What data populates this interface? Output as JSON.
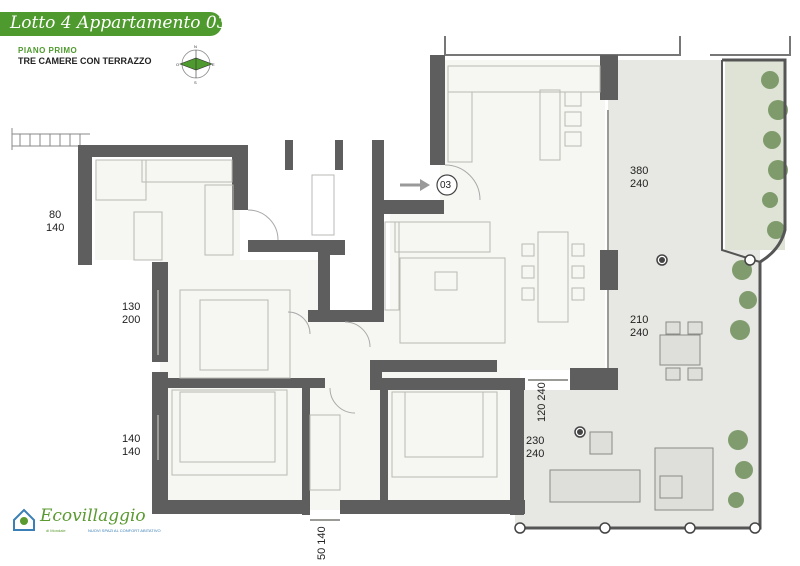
{
  "header": {
    "title": "Lotto 4 Appartamento 03",
    "floor": "PIANO PRIMO",
    "layout": "TRE CAMERE CON  TERRAZZO"
  },
  "unit_marker": "03",
  "compass": {
    "north": "N",
    "south": "S",
    "east": "E",
    "west": "O"
  },
  "dimensions": [
    {
      "a": "80",
      "b": "140"
    },
    {
      "a": "130",
      "b": "200"
    },
    {
      "a": "140",
      "b": "140"
    },
    {
      "a": "380",
      "b": "240"
    },
    {
      "a": "210",
      "b": "240"
    },
    {
      "a": "230",
      "b": "240"
    },
    {
      "text": "120  240"
    },
    {
      "text": "50  140"
    }
  ],
  "logo": {
    "name": "Ecovillaggio",
    "place": "di Mondale",
    "tagline": "NUOVI SPAZI AL CONFORT ABITATIVO"
  },
  "colors": {
    "brand": "#4f9a2e",
    "wall": "#5e5e5e",
    "terrace": "#e7e8e3"
  }
}
